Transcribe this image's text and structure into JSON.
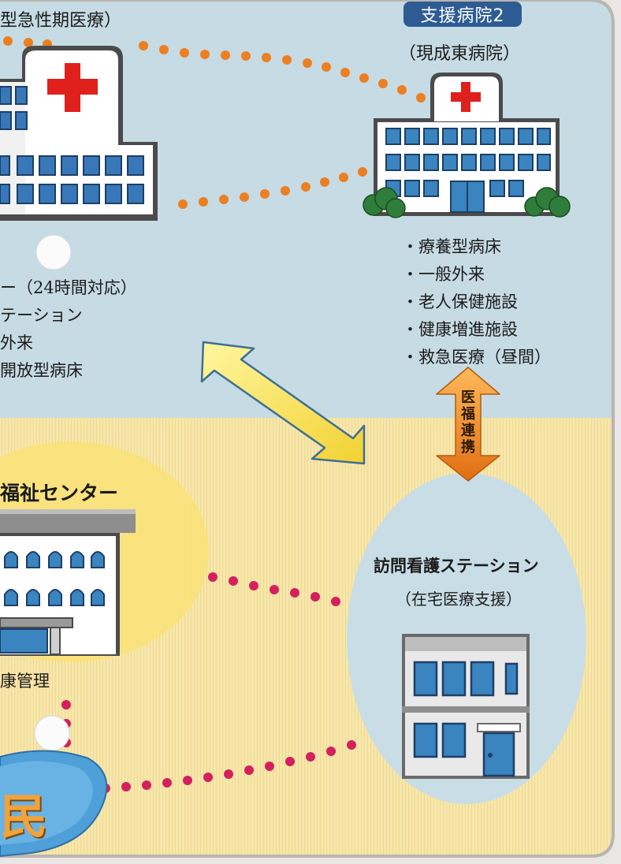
{
  "top_left": {
    "title_fragment": "型急性期医療）",
    "services": [
      "ー（24時間対応）",
      "テーション",
      "外来",
      "開放型病床"
    ]
  },
  "support_hospital_2": {
    "badge": "支援病院2",
    "name": "（現成東病院）",
    "services": [
      "・療養型病床",
      "・一般外来",
      "・老人保健施設",
      "・健康増進施設",
      "・救急医療（昼間）"
    ]
  },
  "link_arrow_label": "医福連携",
  "welfare_center": {
    "title_fragment": "福祉センター",
    "service_fragment": "康管理"
  },
  "visiting_nursing": {
    "title": "訪問看護ステーション",
    "subtitle": "（在宅医療支援）"
  },
  "residents_fragment": "民",
  "colors": {
    "sky": "#c6dbe4",
    "sand": "#f6e4a8",
    "badge": "#2d5c93",
    "cross": "#e0201c",
    "dots_orange": "#ec7f22",
    "dots_pink": "#d4205d",
    "yellow_arrow": "#f7e24a",
    "orange_arrow": "#f08a1e",
    "residents_blue": "#4f9fd8"
  },
  "icons": [
    "hospital-icon",
    "cross-icon",
    "tree-icon",
    "building-icon",
    "double-arrow-icon"
  ]
}
